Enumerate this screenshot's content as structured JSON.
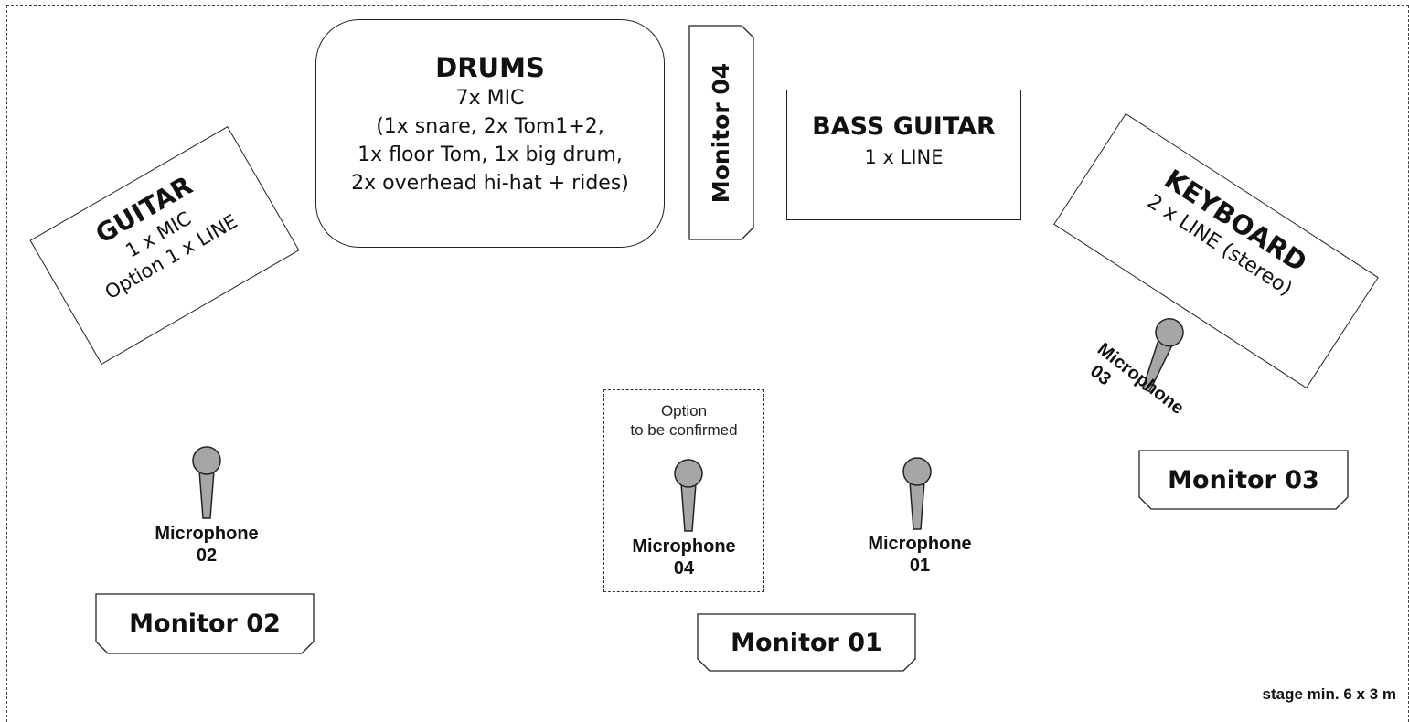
{
  "stage": {
    "note": "stage min. 6 x 3 m"
  },
  "drums": {
    "title": "DRUMS",
    "lines": [
      "7x MIC",
      "(1x snare, 2x Tom1+2,",
      "1x floor Tom, 1x big drum,",
      "2x overhead hi-hat + rides)"
    ]
  },
  "bass": {
    "title": "BASS GUITAR",
    "lines": [
      "1 x LINE"
    ]
  },
  "guitar": {
    "title": "GUITAR",
    "lines": [
      "1 x MIC",
      "Option 1 x LINE"
    ]
  },
  "keyboard": {
    "title": "KEYBOARD",
    "lines": [
      "2 x LINE (stereo)"
    ]
  },
  "monitors": {
    "m01": "Monitor 01",
    "m02": "Monitor 02",
    "m03": "Monitor 03",
    "m04": "Monitor 04"
  },
  "option": {
    "lines": [
      "Option",
      "to be confirmed"
    ]
  },
  "microphones": {
    "mic01": [
      "Microphone",
      "01"
    ],
    "mic02": [
      "Microphone",
      "02"
    ],
    "mic03": [
      "Microphone",
      "03"
    ],
    "mic04": [
      "Microphone",
      "04"
    ]
  },
  "colors": {
    "mic_fill": "#a6a6a6",
    "border": "#222222"
  }
}
